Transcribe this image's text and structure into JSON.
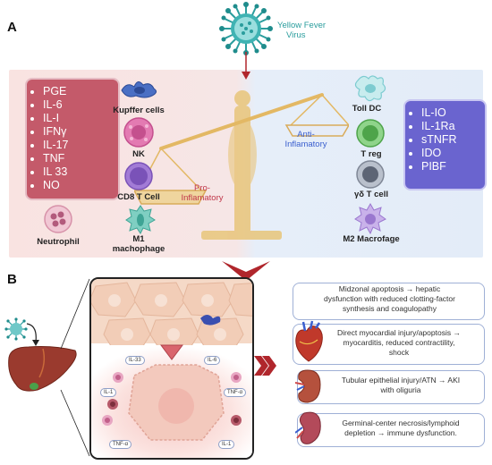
{
  "panel_a": {
    "letter": "A",
    "virus_label_line1": "Yellow Fever",
    "virus_label_line2": "Virus",
    "pro_cytokines": [
      "PGE",
      "IL-6",
      "IL-I",
      "IFNγ",
      "IL-17",
      "TNF",
      "IL 33",
      "NO"
    ],
    "anti_cytokines": [
      "IL-IO",
      "IL-1Ra",
      "sTNFR",
      "IDO",
      "PIBF"
    ],
    "cells_left": [
      "Kupffer cells",
      "NK",
      "CD8 T Cell",
      "M1 machophage"
    ],
    "neutrophil": "Neutrophil",
    "cells_right": [
      "Toll DC",
      "T reg",
      "γδ T cell",
      "M2 Macrofage"
    ],
    "pro_label_line1": "Pro-",
    "pro_label_line2": "Inflamatory",
    "anti_label_line1": "Anti-",
    "anti_label_line2": "Inflamatory"
  },
  "panel_b": {
    "letter": "B",
    "cytokine_tags": [
      "IL-33",
      "IL-6",
      "IL-1",
      "TNF-α",
      "TNF-α",
      "IL-1"
    ],
    "outcomes": [
      {
        "line1": "Midzonal apoptosis → hepatic",
        "line2": "dysfunction with reduced clotting-factor",
        "line3": "synthesis and coagulopathy"
      },
      {
        "line1": "Direct myocardial injury/apoptosis →",
        "line2": "myocarditis, reduced contractility,",
        "line3": "shock"
      },
      {
        "line1": "Tubular epithelial injury/ATN → AKI",
        "line2": "with oliguria",
        "line3": ""
      },
      {
        "line1": "Germinal-center necrosis/lymphoid",
        "line2": "depletion → immune dysfunction.",
        "line3": ""
      }
    ]
  },
  "colors": {
    "pro_box": "#c45a6a",
    "anti_box": "#6a64cf",
    "arrow_red": "#b0262c",
    "scale_gold": "#e8c57a",
    "virus_teal": "#2a9d9d"
  }
}
